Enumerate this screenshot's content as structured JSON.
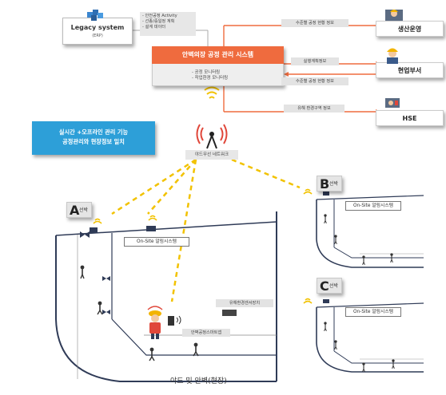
{
  "legacy": {
    "title": "Legacy system",
    "subtitle": "(ERP)",
    "notes": [
      "- 안전공정 Activity",
      "- 선종/중일정 계획",
      "- 설계 데이터"
    ]
  },
  "central": {
    "title": "안벽의장 공정 관리 시스템",
    "items": [
      "- 공정 모니터링",
      "- 작업환경 모니터링"
    ]
  },
  "entities": {
    "production": "생산운영",
    "field": "현업부서",
    "hse": "HSE"
  },
  "flows": {
    "to_production": "수준별 공정 현황 정보",
    "from_field": "실행계획정보",
    "to_field": "수준별 공정 현황 정보",
    "to_hse": "유해 환경구역 정보"
  },
  "banner": {
    "line1": "실시간 +오프라인 관리 기능",
    "line2": "공정관리와 현장정보 일치"
  },
  "network": {
    "label": "야드무선 네트워크"
  },
  "ships": {
    "a": {
      "letter": "A",
      "suffix": "선박",
      "onsite": "On-Site 알림시스템"
    },
    "b": {
      "letter": "B",
      "suffix": "선박",
      "onsite": "On-Site 알림시스템"
    },
    "c": {
      "letter": "C",
      "suffix": "선박",
      "onsite": "On-Site 알림시스템"
    }
  },
  "devices": {
    "sensor": "유해환경센서장치",
    "smart_app": "안벽공정스마트앱"
  },
  "footer": {
    "label": "야드 및 안벽(현장)"
  },
  "colors": {
    "accent_orange": "#ef6b3e",
    "banner_blue": "#2d9fd8",
    "wireless_yellow": "#f2c200",
    "hull_navy": "#2f3b57"
  }
}
